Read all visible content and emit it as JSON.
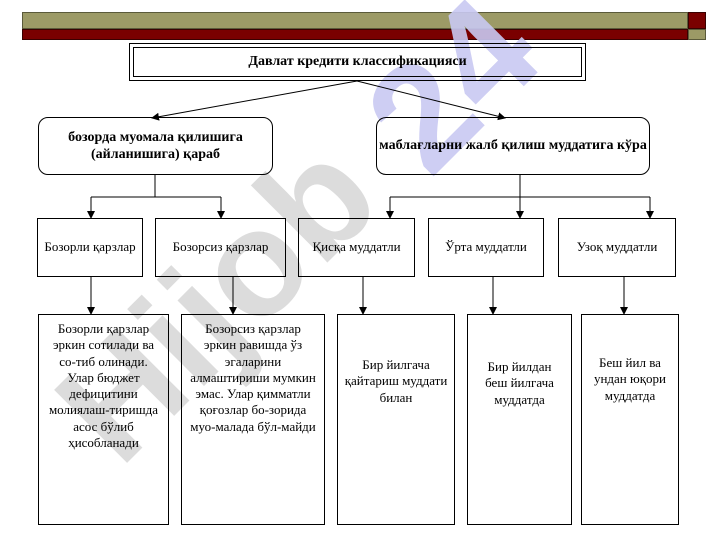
{
  "title": "Давлат кредити классификацияси",
  "branches": [
    {
      "label": "бозорда муомала қилишига (айланишига) қараб"
    },
    {
      "label": "маблағларни жалб қилиш муддатига кўра"
    }
  ],
  "categories": [
    {
      "label": "Бозорли қарзлар",
      "description": "Бозорли қарзлар эркин сотилади ва со-тиб олинади. Улар бюджет дефицитини молиялаш-тиришда асос бўлиб ҳисобланади"
    },
    {
      "label": "Бозорсиз қарзлар",
      "description": "Бозорсиз қарзлар эркин равишда ўз эгаларини алмаштириши мумкин эмас. Улар қимматли қоғозлар бо-зорида муо-малада бўл-майди"
    },
    {
      "label": "Қисқа муддатли",
      "description": "Бир йилгача қайтариш муддати билан"
    },
    {
      "label": "Ўрта муддатли",
      "description": "Бир  йилдан беш йилгача муддатда"
    },
    {
      "label": "Узоқ муддатли",
      "description": "Беш йил ва ундан юқори муддатда"
    }
  ],
  "watermark": "Hijob 24",
  "colors": {
    "olive": "#9c9a66",
    "maroon": "#7a0000",
    "watermark": "#c9c9f2"
  }
}
